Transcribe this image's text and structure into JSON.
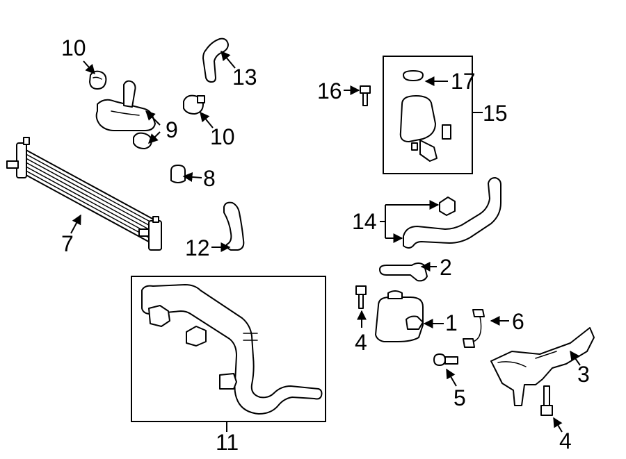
{
  "diagram": {
    "labels": {
      "l1": "1",
      "l2": "2",
      "l3": "3",
      "l4a": "4",
      "l4b": "4",
      "l5": "5",
      "l6": "6",
      "l7": "7",
      "l8": "8",
      "l9": "9",
      "l10a": "10",
      "l10b": "10",
      "l11": "11",
      "l12": "12",
      "l13": "13",
      "l14": "14",
      "l15": "15",
      "l16": "16",
      "l17": "17"
    }
  }
}
